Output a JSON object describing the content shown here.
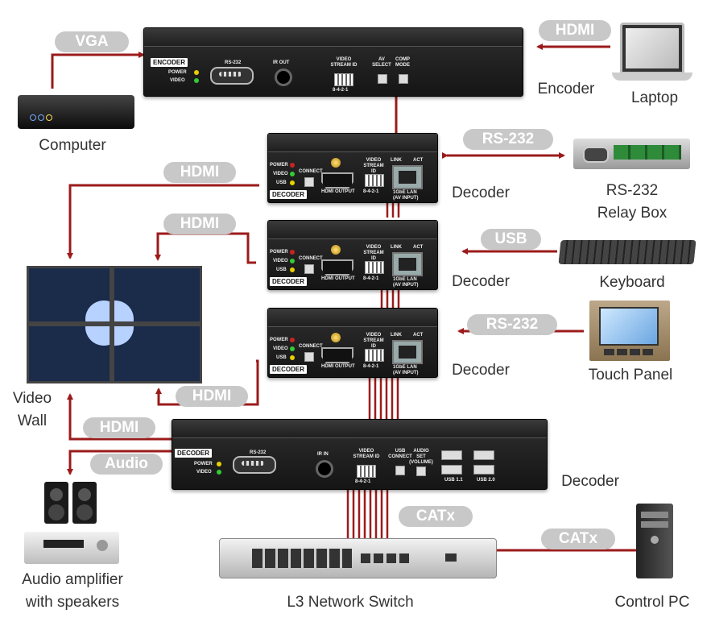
{
  "colors": {
    "link": "#9b1b1b",
    "pill_bg": "#c8c8c8",
    "device_body": "#1e1e1e"
  },
  "pills": {
    "vga": "VGA",
    "hdmi_laptop": "HDMI",
    "rs232_relay": "RS-232",
    "hdmi_dec1": "HDMI",
    "hdmi_dec2": "HDMI",
    "usb_keyboard": "USB",
    "rs232_touch": "RS-232",
    "hdmi_dec3": "HDMI",
    "hdmi_dec4": "HDMI",
    "audio": "Audio",
    "catx_switch": "CATx",
    "catx_pc": "CATx"
  },
  "labels": {
    "encoder": "Encoder",
    "laptop": "Laptop",
    "computer": "Computer",
    "decoder1": "Decoder",
    "relay_box_line1": "RS-232",
    "relay_box_line2": "Relay Box",
    "decoder2": "Decoder",
    "keyboard": "Keyboard",
    "decoder3": "Decoder",
    "touch_panel": "Touch Panel",
    "video_wall_line1": "Video",
    "video_wall_line2": "Wall",
    "decoder4": "Decoder",
    "audio_line1": "Audio amplifier",
    "audio_line2": "with speakers",
    "switch": "L3 Network Switch",
    "control_pc": "Control PC"
  },
  "encoder_panel": {
    "tag": "ENCODER",
    "power": "POWER",
    "video": "VIDEO",
    "rs232": "RS-232",
    "ir_out": "IR OUT",
    "stream_id": "VIDEO STREAM ID",
    "dip_code": "8-4-2-1",
    "av_select": "AV SELECT",
    "comp_mode": "COMP MODE"
  },
  "decoder_panel": {
    "tag": "DECODER",
    "power": "POWER",
    "video": "VIDEO",
    "usb": "USB",
    "connect": "CONNECT",
    "hdmi_output": "HDMI OUTPUT",
    "stream_id": "VIDEO STREAM ID",
    "dip_code": "8-4-2-1",
    "link": "LINK",
    "act": "ACT",
    "lan": "1GbE LAN",
    "av_input": "(AV INPUT)"
  },
  "decoder4_panel": {
    "tag": "DECODER",
    "power": "POWER",
    "video": "VIDEO",
    "rs232": "RS-232",
    "ir_in": "IR IN",
    "stream_id": "VIDEO STREAM ID",
    "dip_code": "8-4-2-1",
    "usb_connect": "USB CONNECT",
    "audio_set": "AUDIO SET",
    "audio_volume": "(VOLUME)",
    "usb11": "USB 1.1",
    "usb20": "USB 2.0"
  }
}
